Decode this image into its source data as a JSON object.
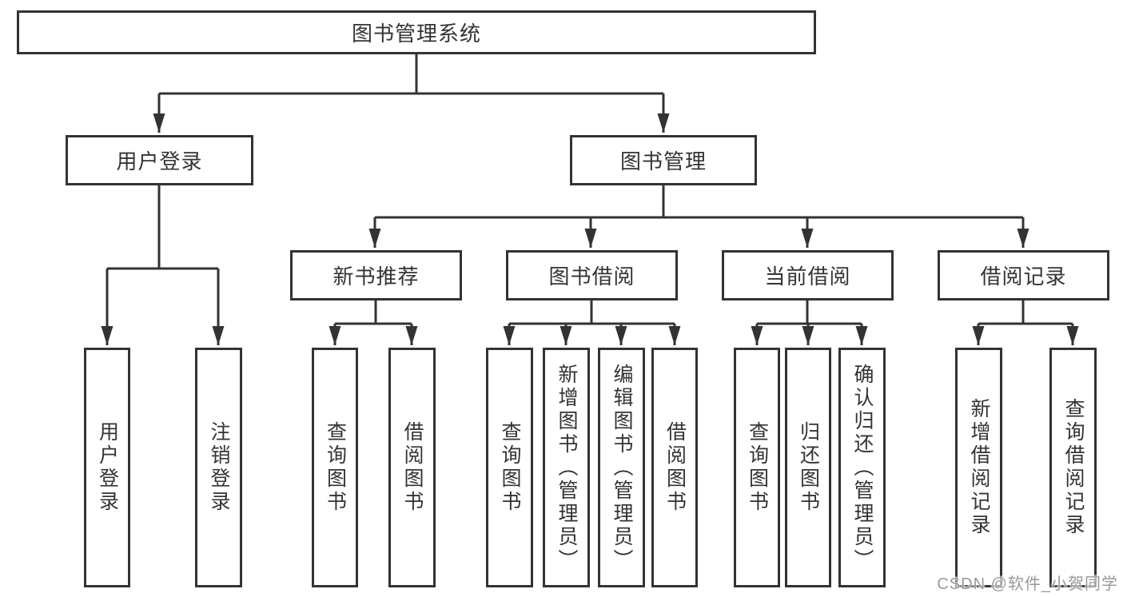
{
  "root": {
    "label": "图书管理系统"
  },
  "user_login": {
    "label": "用户登录",
    "children": [
      {
        "label": "用户登录"
      },
      {
        "label": "注销登录"
      }
    ]
  },
  "book_mgmt": {
    "label": "图书管理",
    "children": [
      {
        "label": "新书推荐",
        "children": [
          {
            "label": "查询图书"
          },
          {
            "label": "借阅图书"
          }
        ]
      },
      {
        "label": "图书借阅",
        "children": [
          {
            "label": "查询图书"
          },
          {
            "label": "新增图书（管理员）"
          },
          {
            "label": "编辑图书（管理员）"
          },
          {
            "label": "借阅图书"
          }
        ]
      },
      {
        "label": "当前借阅",
        "children": [
          {
            "label": "查询图书"
          },
          {
            "label": "归还图书"
          },
          {
            "label": "确认归还（管理员）"
          }
        ]
      },
      {
        "label": "借阅记录",
        "children": [
          {
            "label": "新增借阅记录"
          },
          {
            "label": "查询借阅记录"
          }
        ]
      }
    ]
  },
  "watermark": {
    "text": "CSDN @软件_小贺同学"
  },
  "colors": {
    "line": "#333333",
    "text": "#333333",
    "box_bg": "#ffffff",
    "watermark": "#999999",
    "background": "#ffffff"
  }
}
